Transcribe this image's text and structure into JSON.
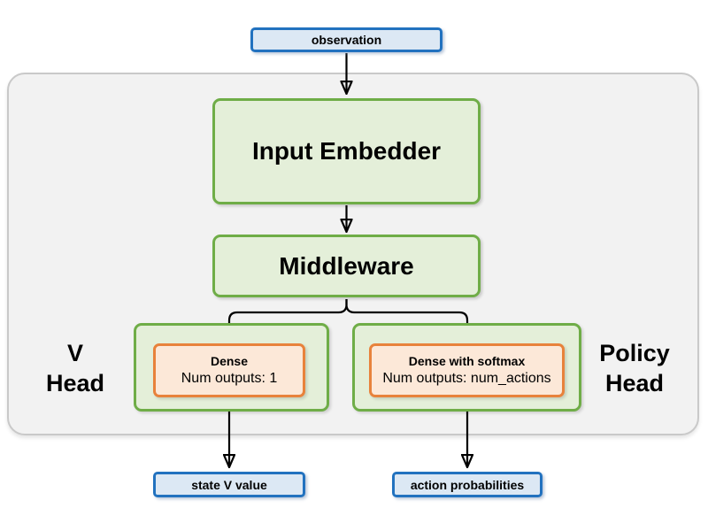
{
  "diagram": {
    "nodes": {
      "observation": {
        "label": "observation"
      },
      "input_embedder": {
        "label": "Input Embedder"
      },
      "middleware": {
        "label": "Middleware"
      },
      "v_head": {
        "line1": "V",
        "line2": "Head"
      },
      "policy_head": {
        "line1": "Policy",
        "line2": "Head"
      },
      "v_dense": {
        "title": "Dense",
        "subtitle": "Num outputs: 1"
      },
      "policy_dense": {
        "title": "Dense with softmax",
        "subtitle": "Num outputs: num_actions"
      },
      "state_v_value": {
        "label": "state V value"
      },
      "action_probabilities": {
        "label": "action probabilities"
      }
    },
    "colors": {
      "io_fill": "#dce8f4",
      "io_border": "#2272bf",
      "block_fill": "#e4efd9",
      "block_border": "#6fad47",
      "layer_fill": "#fce8d8",
      "layer_border": "#e8823b",
      "panel_fill": "#f2f2f2",
      "panel_border": "#c9c9c9",
      "arrow": "#000000",
      "text": "#000000"
    }
  }
}
